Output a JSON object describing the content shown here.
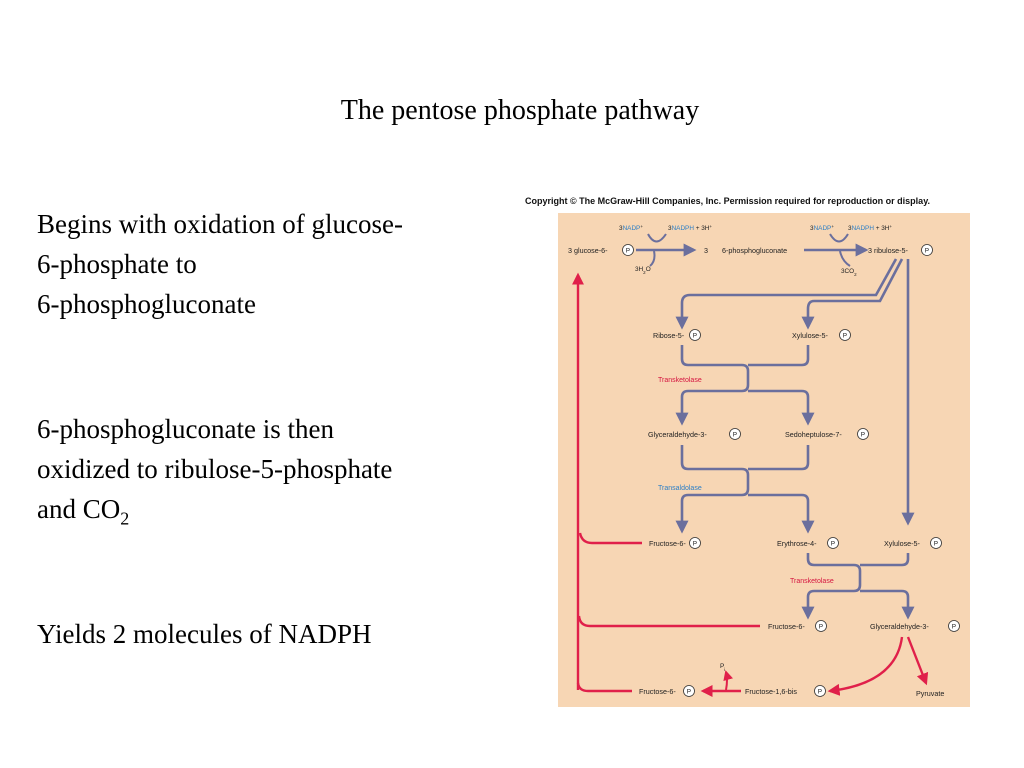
{
  "title": "The pentose phosphate pathway",
  "bullets": [
    {
      "lines": [
        "Begins with oxidation of glucose-",
        "6-phosphate to",
        "6-phosphogluconate"
      ]
    },
    {
      "lines": [
        "6-phosphogluconate is then",
        "oxidized to ribulose-5-phosphate"
      ],
      "last_prefix": "and CO",
      "last_sub": "2"
    },
    {
      "lines": [
        "Yields 2 molecules of NADPH"
      ]
    }
  ],
  "figure": {
    "copyright": "Copyright © The McGraw-Hill Companies, Inc. Permission required for reproduction or display.",
    "top_row": {
      "c1_nadp_3": "3",
      "c1_nadp": "NADP",
      "c1_nadp_sup": "+",
      "c1_nadph_3": "3",
      "c1_nadph": "NADPH",
      "c1_nadph_h": "+ 3H",
      "c2_nadp_3": "3",
      "c2_nadp": "NADP",
      "c2_nadp_sup": "+",
      "c2_nadph_3": "3",
      "c2_nadph": "NADPH",
      "c2_nadph_h": "+ 3H",
      "glucose": "3 glucose-6-",
      "three": "3",
      "phosphogluconate": "6-phosphogluconate",
      "ribulose": "3 ribulose-5-",
      "h2o": "3H",
      "h2o_sub": "2",
      "h2o_o": "O",
      "co2": "3CO",
      "co2_sub": "2"
    },
    "phosphate_symbol": "P",
    "nodes": {
      "ribose": "Ribose-5-",
      "xylulose1": "Xylulose-5-",
      "transketolase1": "Transketolase",
      "glyceraldehyde1": "Glyceraldehyde-3-",
      "sedoheptulose": "Sedoheptulose-7-",
      "transaldolase": "Transaldolase",
      "fructose1": "Fructose-6-",
      "erythrose": "Erythrose-4-",
      "xylulose2": "Xylulose-5-",
      "transketolase2": "Transketolase",
      "fructose2": "Fructose-6-",
      "glyceraldehyde2": "Glyceraldehyde-3-",
      "pi": "P",
      "pi_sub": "i",
      "fructose3": "Fructose-6-",
      "fructose_bis": "Fructose-1,6-bis",
      "pyruvate": "Pyruvate"
    },
    "colors": {
      "background": "#f7d6b4",
      "pathway": "#6b6f9d",
      "return": "#e0204a",
      "nadp": "#2c7fc7",
      "enzyme_red": "#d5143f",
      "enzyme_blue": "#2c7fc7"
    }
  }
}
